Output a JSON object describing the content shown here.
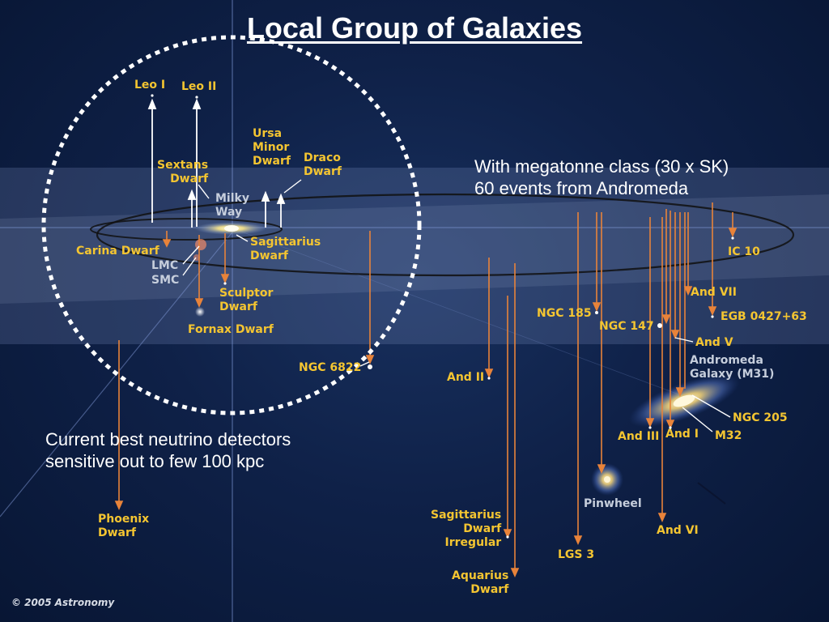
{
  "title": "Local Group of Galaxies",
  "notes": {
    "megatonne_line1": "With megatonne class (30 x SK)",
    "megatonne_line2": "60 events from Andromeda",
    "current_line1": "Current best neutrino detectors",
    "current_line2": "sensitive out to few 100 kpc"
  },
  "galaxies": {
    "leo_i": "Leo I",
    "leo_ii": "Leo II",
    "ursa_minor_1": "Ursa",
    "ursa_minor_2": "Minor",
    "ursa_minor_3": "Dwarf",
    "draco_1": "Draco",
    "draco_2": "Dwarf",
    "sextans_1": "Sextans",
    "sextans_2": "Dwarf",
    "milky_way_1": "Milky",
    "milky_way_2": "Way",
    "carina": "Carina Dwarf",
    "sagittarius_1": "Sagittarius",
    "sagittarius_2": "Dwarf",
    "lmc": "LMC",
    "smc": "SMC",
    "sculptor_1": "Sculptor",
    "sculptor_2": "Dwarf",
    "fornax": "Fornax Dwarf",
    "ngc6822": "NGC 6822",
    "phoenix_1": "Phoenix",
    "phoenix_2": "Dwarf",
    "ic10": "IC 10",
    "and_vii": "And VII",
    "egb": "EGB 0427+63",
    "ngc185": "NGC 185",
    "ngc147": "NGC 147",
    "and_v": "And V",
    "andromeda_1": "Andromeda",
    "andromeda_2": "Galaxy (M31)",
    "and_ii": "And II",
    "ngc205": "NGC 205",
    "and_iii": "And III",
    "and_i": "And I",
    "m32": "M32",
    "pinwheel": "Pinwheel",
    "and_vi": "And VI",
    "lgs3": "LGS 3",
    "sag_irr_1": "Sagittarius",
    "sag_irr_2": "Dwarf",
    "sag_irr_3": "Irregular",
    "aquarius_1": "Aquarius",
    "aquarius_2": "Dwarf"
  },
  "copyright": "© 2005 Astronomy",
  "colors": {
    "label": "#f4c531",
    "drop_line": "#e8833a",
    "up_arrow": "#ffffff",
    "plane": "#7e8fc0",
    "circle": "#ffffff"
  }
}
